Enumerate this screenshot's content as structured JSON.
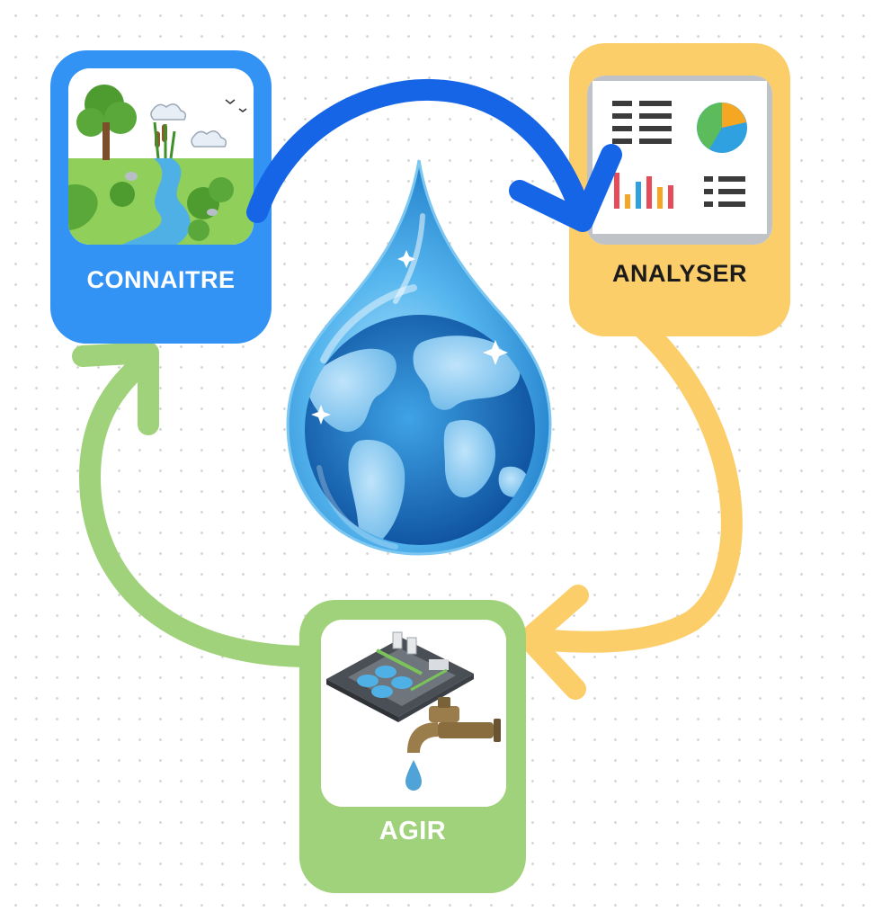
{
  "steps": {
    "connaitre": {
      "label": "CONNAITRE",
      "color": "#3393f5",
      "icon": "river-landscape-icon"
    },
    "analyser": {
      "label": "ANALYSER",
      "color": "#fcce6a",
      "icon": "dashboard-chart-icon"
    },
    "agir": {
      "label": "AGIR",
      "color": "#9fd27a",
      "icon": "water-treatment-tap-icon"
    }
  },
  "center": {
    "icon": "water-drop-globe-icon"
  },
  "arrows": [
    {
      "from": "connaitre",
      "to": "analyser",
      "color": "#1565e6"
    },
    {
      "from": "analyser",
      "to": "agir",
      "color": "#fcce6a"
    },
    {
      "from": "agir",
      "to": "connaitre",
      "color": "#9fd27a"
    }
  ]
}
